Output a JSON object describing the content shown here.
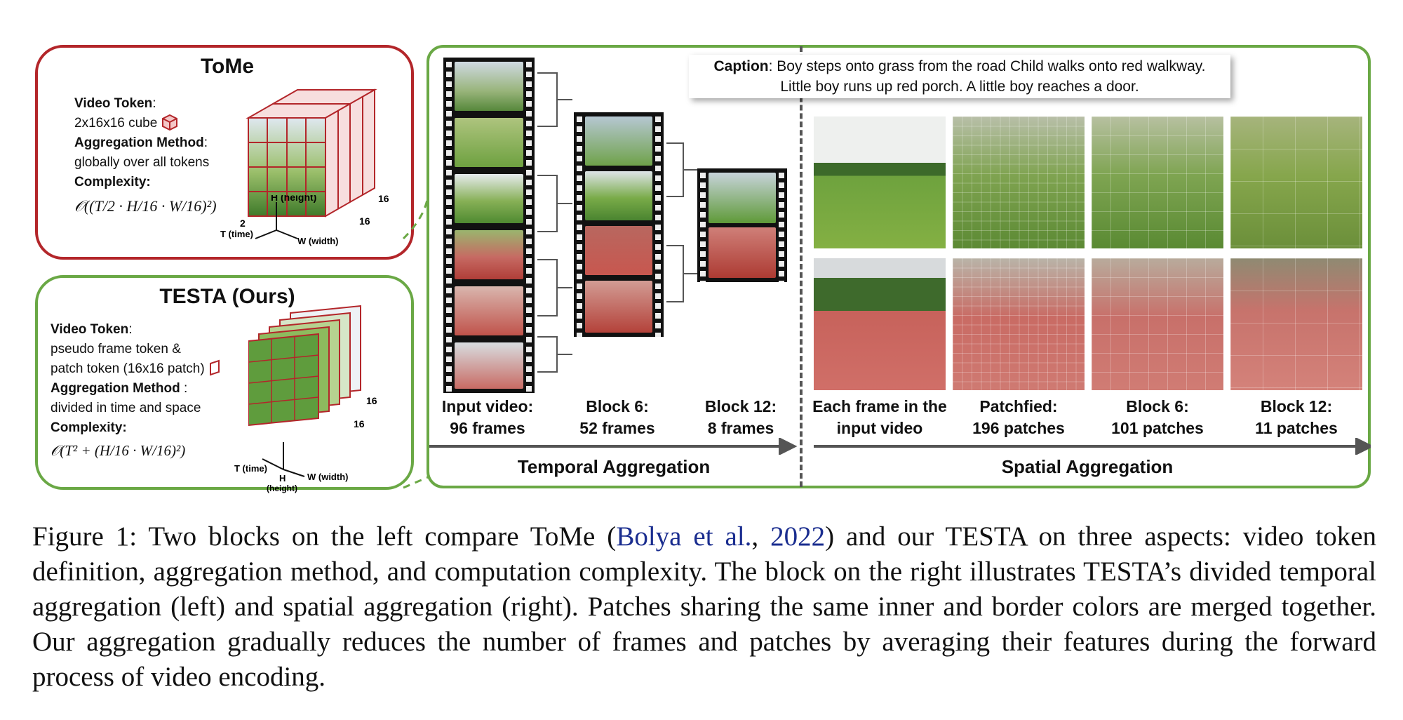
{
  "tome": {
    "title": "ToMe",
    "video_token_label": "Video Token",
    "video_token_value": "2x16x16 cube",
    "agg_label": "Aggregation Method",
    "agg_value": "globally over all tokens",
    "complexity_label": "Complexity:",
    "formula": "𝒪((T/2 · H/16 · W/16)²)",
    "axis_t": "T (time)",
    "axis_h": "H (height)",
    "axis_w": "W (width)",
    "dim_2": "2",
    "dim_16a": "16",
    "dim_16b": "16"
  },
  "testa": {
    "title": "TESTA (Ours)",
    "video_token_label": "Video Token",
    "video_token_line1": "pseudo frame token &",
    "video_token_line2": "patch token (16x16 patch)",
    "agg_label": "Aggregation Method",
    "agg_value": "divided in time and space",
    "complexity_label": "Complexity:",
    "formula": "𝒪(T² + (H/16 · W/16)²)",
    "axis_t": "T (time)",
    "axis_h": "H",
    "axis_h2": "(height)",
    "axis_w": "W (width)",
    "dim_16a": "16",
    "dim_16b": "16"
  },
  "caption_box": {
    "prefix": "Caption",
    "line1": ": Boy steps onto grass from the road Child walks onto red walkway.",
    "line2": "Little boy runs up red porch. A little boy reaches a door."
  },
  "temporal": {
    "input_l1": "Input video:",
    "input_l2": "96 frames",
    "block6_l1": "Block 6:",
    "block6_l2": "52 frames",
    "block12_l1": "Block 12:",
    "block12_l2": "8 frames",
    "section": "Temporal Aggregation"
  },
  "spatial": {
    "each_l1": "Each frame in the",
    "each_l2": "input video",
    "patch_l1": "Patchfied:",
    "patch_l2": "196 patches",
    "b6_l1": "Block 6:",
    "b6_l2": "101 patches",
    "b12_l1": "Block 12:",
    "b12_l2": "11 patches",
    "section": "Spatial Aggregation"
  },
  "figure_caption": {
    "lead": "Figure 1: Two blocks on the left compare ToMe (",
    "cite_author": "Bolya et al.",
    "cite_sep": ", ",
    "cite_year": "2022",
    "rest": ") and our TESTA on three aspects: video token definition, aggregation method, and computation complexity. The block on the right illustrates TESTA’s divided temporal aggregation (left) and spatial aggregation (right). Patches sharing the same inner and border colors are merged together. Our aggregation gradually reduces the number of frames and patches by averaging their features during the forward process of video encoding."
  },
  "colors": {
    "tome_border": "#b3262a",
    "testa_border": "#6aa845",
    "citation": "#1a2d8f"
  }
}
